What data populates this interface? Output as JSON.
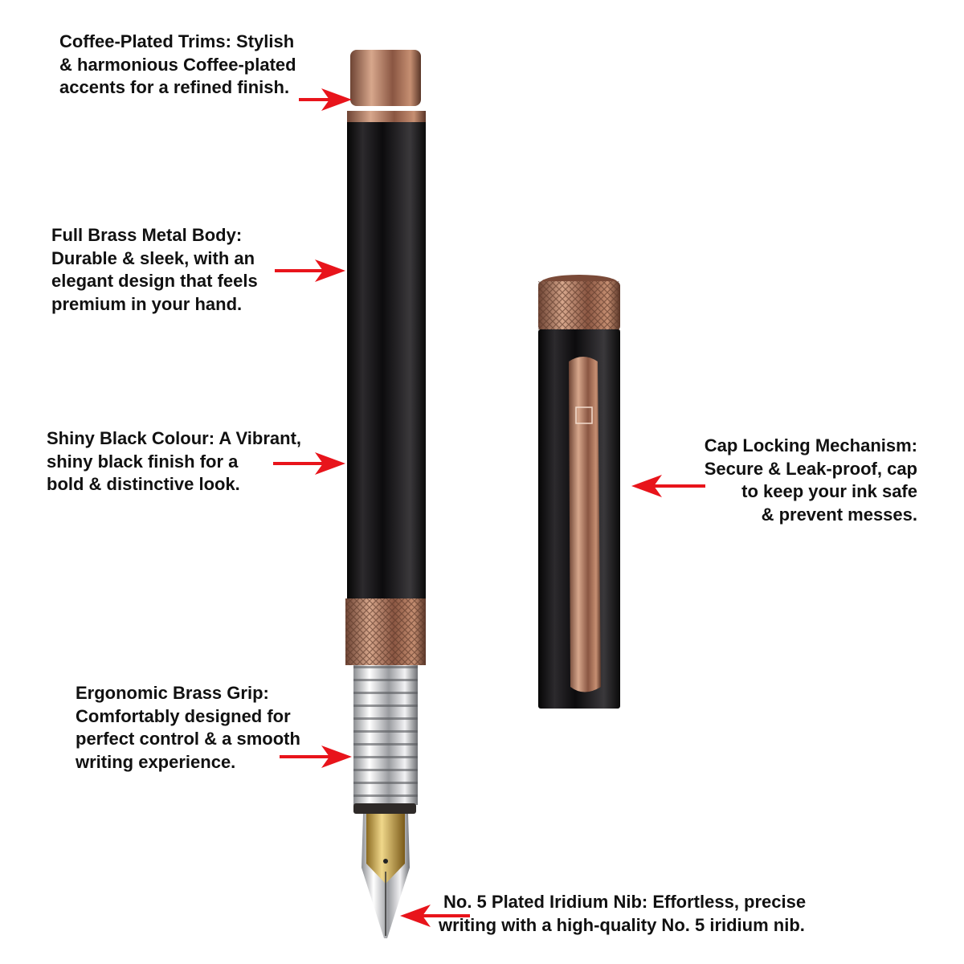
{
  "callouts": [
    {
      "lines": [
        "Coffee-Plated Trims: Stylish",
        "& harmonious Coffee-plated",
        "accents for a refined finish."
      ]
    },
    {
      "lines": [
        "Full Brass Metal Body:",
        "Durable & sleek, with an",
        "elegant design that feels",
        "premium in your hand."
      ]
    },
    {
      "lines": [
        "Shiny Black Colour: A Vibrant,",
        "shiny black finish for a",
        "bold & distinctive look."
      ]
    },
    {
      "lines": [
        "Ergonomic Brass Grip:",
        "Comfortably designed for",
        "perfect control & a smooth",
        "writing experience."
      ]
    },
    {
      "lines": [
        "Cap Locking Mechanism:",
        "Secure & Leak-proof, cap",
        "to keep your ink safe",
        "& prevent messes."
      ]
    },
    {
      "lines": [
        "No. 5 Plated Iridium Nib: Effortless, precise",
        "writing with a high-quality No. 5 iridium nib."
      ]
    }
  ],
  "colors": {
    "arrow": "#e8141b",
    "trim": "#b07a5e",
    "body": "#151416",
    "chrome": "#d9dadd",
    "gold": "#c9a24a"
  }
}
